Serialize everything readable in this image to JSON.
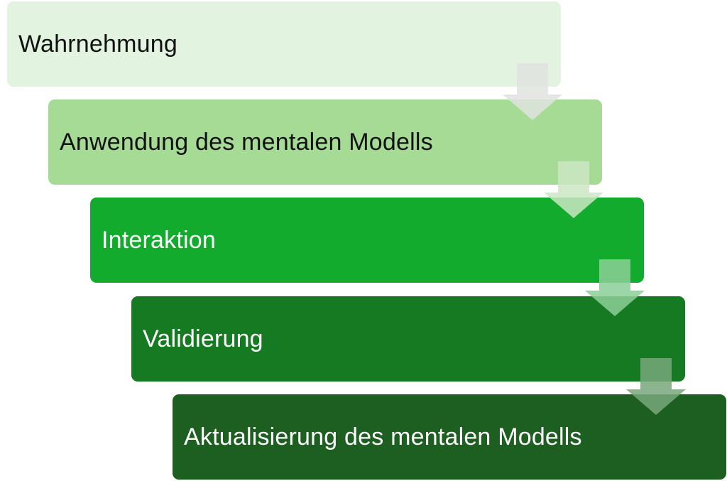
{
  "diagram": {
    "steps": [
      {
        "label": "Wahrnehmung"
      },
      {
        "label": "Anwendung des mentalen Modells"
      },
      {
        "label": "Interaktion"
      },
      {
        "label": "Validierung"
      },
      {
        "label": "Aktualisierung des mentalen Modells"
      }
    ],
    "colors": {
      "step_fills": [
        "#e2f3df",
        "#a5db95",
        "#13ab2d",
        "#157a22",
        "#1d5e21"
      ],
      "arrow_fills": [
        "#dfe3df",
        "#cbe6c4",
        "#8ccf96",
        "#78a87b"
      ]
    }
  }
}
